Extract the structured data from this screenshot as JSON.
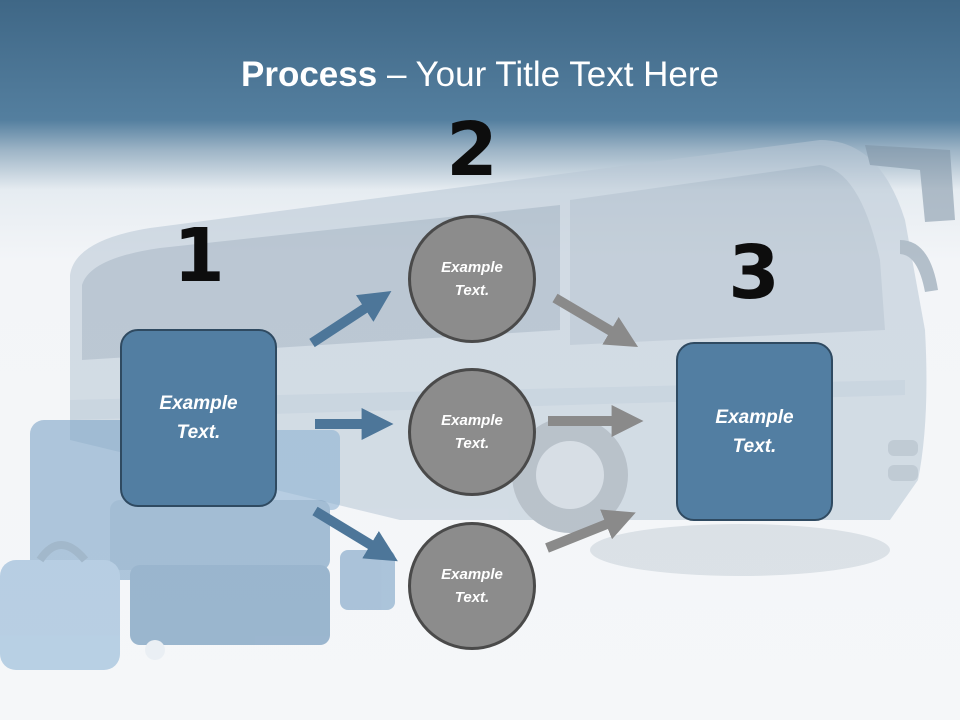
{
  "title": {
    "bold": "Process",
    "rest": " – Your Title Text Here"
  },
  "steps": {
    "one": "1",
    "two": "2",
    "three": "3"
  },
  "boxes": {
    "left": "Example Text.",
    "right": "Example Text."
  },
  "circles": {
    "top": "Example Text.",
    "middle": "Example Text.",
    "bottom": "Example Text."
  },
  "colors": {
    "box_fill": "#527ea2",
    "circle_fill": "#8c8c8c",
    "blue_arrow": "#4d7699",
    "gray_arrow": "#8a8a8a",
    "header": "#4a7596"
  }
}
